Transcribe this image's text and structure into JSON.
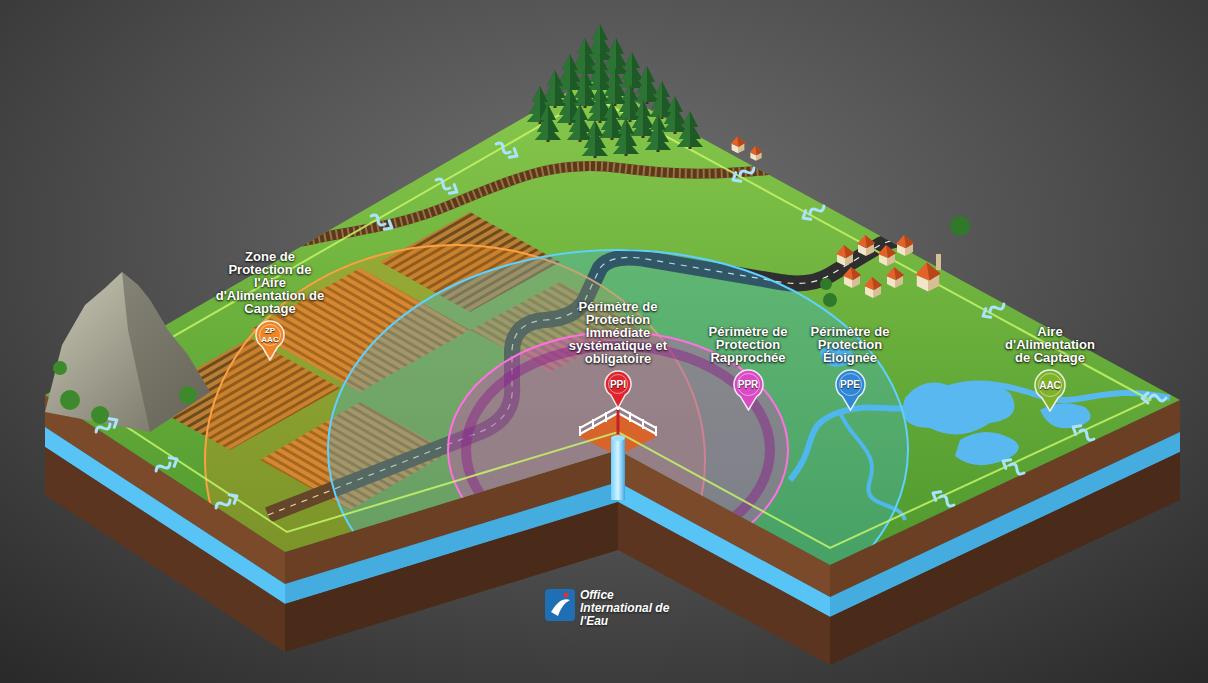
{
  "diagram": {
    "nodes": [
      {
        "text": [
          "Zone de Protection de l'Aire d'Alimentation de Captage",
          "ZP AAC"
        ]
      },
      {
        "text": [
          "Périmètre de Protection Immédiate systématique et obligatoire",
          "PPI"
        ]
      },
      {
        "text": [
          "Périmètre de Protection Rapprochée",
          "PPR"
        ]
      },
      {
        "text": [
          "Périmètre de Protection Éloignée",
          "PPE"
        ]
      },
      {
        "text": [
          "Aire d'Alimentation de Captage",
          "AAC"
        ]
      }
    ],
    "labels": [
      "Office International de l'Eau"
    ]
  }
}
